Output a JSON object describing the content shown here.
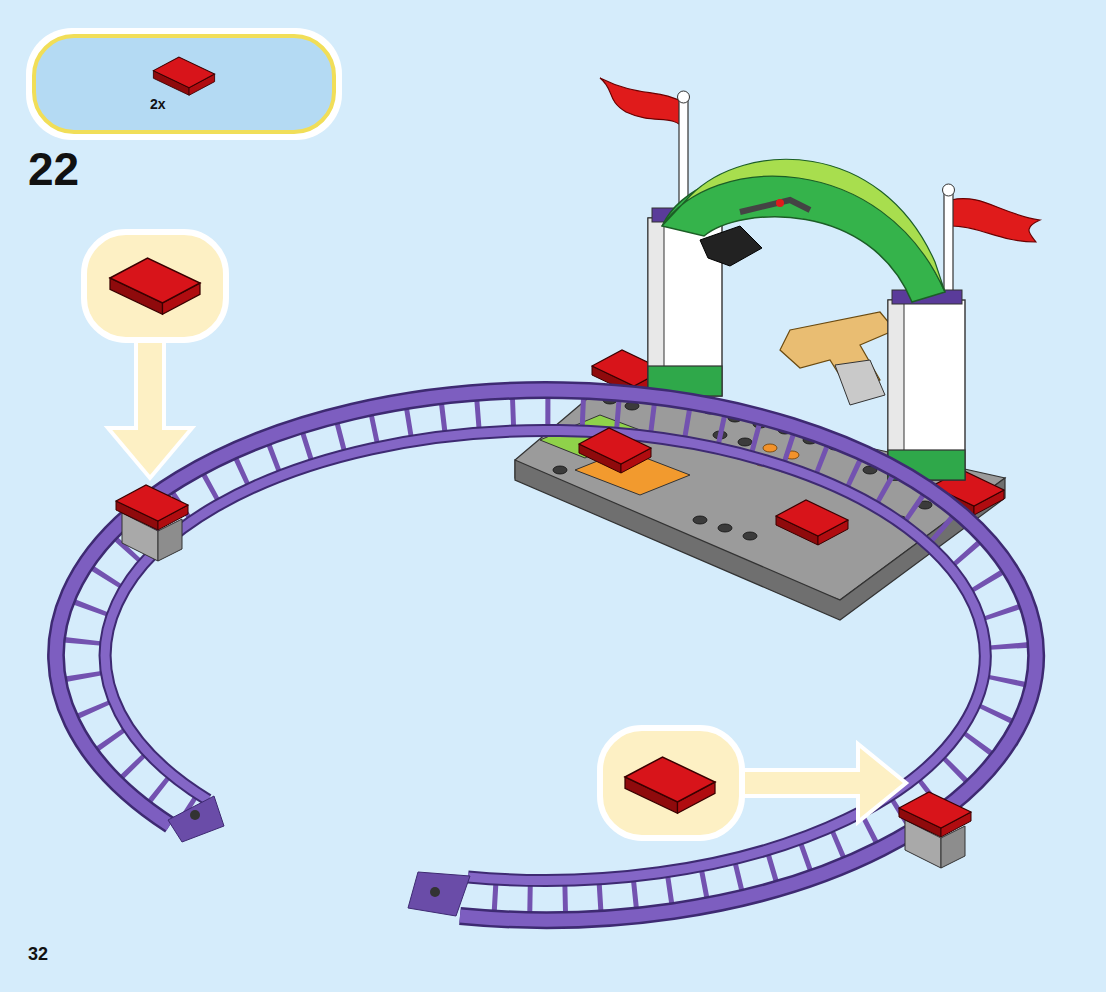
{
  "diagram": {
    "nodes": [
      {
        "text": [
          "2x"
        ]
      }
    ],
    "labels": [
      "22",
      "32"
    ]
  }
}
